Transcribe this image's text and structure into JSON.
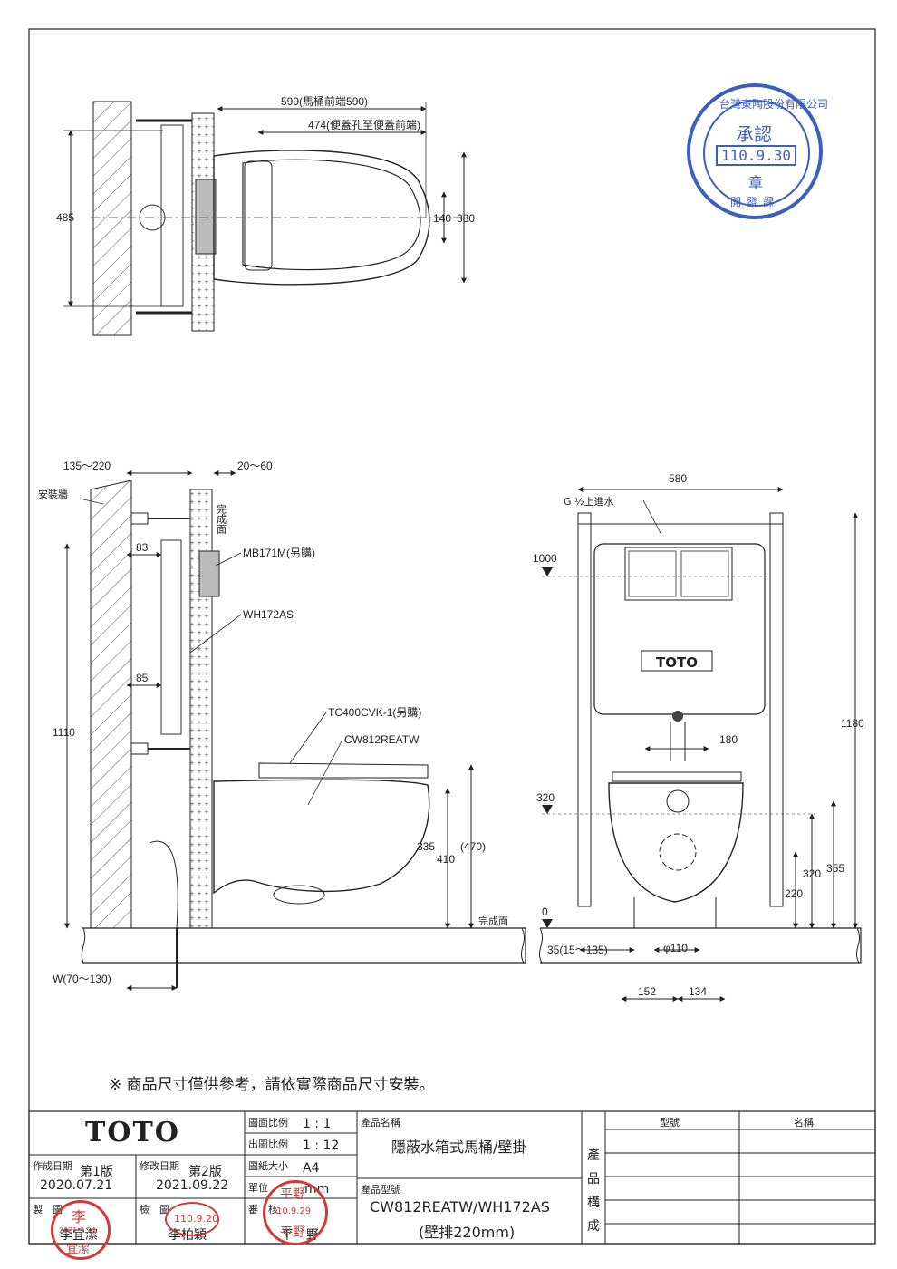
{
  "top_view": {
    "dim_total": "599(馬桶前端590)",
    "dim_lid": "474(便蓋孔至便蓋前端)",
    "dim_height": "485",
    "dim_140": "140",
    "dim_380": "380"
  },
  "side_view": {
    "dim_wall": "135～220",
    "dim_finish": "20～60",
    "label_wall": "安裝牆",
    "label_finish_vertical": "完成面",
    "dim_83": "83",
    "dim_85": "85",
    "dim_1110": "1110",
    "part_plate": "MB171M(另購)",
    "part_frame": "WH172AS",
    "part_seat": "TC400CVK-1(另購)",
    "part_bowl": "CW812REATW",
    "dim_335": "335",
    "dim_410": "410",
    "dim_470": "(470)",
    "label_floor": "完成面",
    "dim_w": "W(70～130)"
  },
  "front_view": {
    "dim_width": "580",
    "label_inlet": "G ½上進水",
    "level_1000": "1000",
    "level_320": "320",
    "level_0": "0",
    "brand_tank": "TOTO",
    "dim_180": "180",
    "dim_1180": "1180",
    "dim_320": "320",
    "dim_355": "355",
    "dim_220": "220",
    "dim_35": "35(15～135)",
    "dim_110": "φ110",
    "dim_152": "152",
    "dim_134": "134"
  },
  "approval_stamp": {
    "company": "台灣東陶股份有限公司",
    "approve": "承認",
    "date": "110.9.30",
    "seal": "章",
    "dept": "開發課"
  },
  "note": "※ 商品尺寸僅供參考，請依實際商品尺寸安裝。",
  "title_block": {
    "logo": "TOTO",
    "drawing_scale_label": "圖面比例",
    "drawing_scale": "1 : 1",
    "output_scale_label": "出圖比例",
    "output_scale": "1 : 12",
    "paper_size_label": "圖紙大小",
    "paper_size": "A4",
    "unit_label": "單位",
    "unit": "mm",
    "created_label": "作成日期",
    "version1": "第1版",
    "created_date": "2020.07.21",
    "revised_label": "修改日期",
    "version2": "第2版",
    "revised_date": "2021.09.22",
    "drawn_label": "製　圖",
    "drawn_by": "李宜潔",
    "checked_label": "檢　圖",
    "checked_by": "李柏穎",
    "approved_label": "審　核",
    "approved_by": "平　野",
    "product_name_label": "產品名稱",
    "product_name": "隱蔽水箱式馬桶/壁掛",
    "product_model_label": "產品型號",
    "product_model": "CW812REATW/WH172AS",
    "product_model_sub": "(壁排220mm)",
    "composition_label": "產品構成",
    "model_col": "型號",
    "name_col": "名稱"
  },
  "stamps": {
    "s1_top": "李",
    "s1_date": "2021.9.24",
    "s1_bottom": "宜潔",
    "s2_date": "110.9.20",
    "s3_top": "平野",
    "s3_date": "10.9.29",
    "s3_bottom": "平野"
  }
}
